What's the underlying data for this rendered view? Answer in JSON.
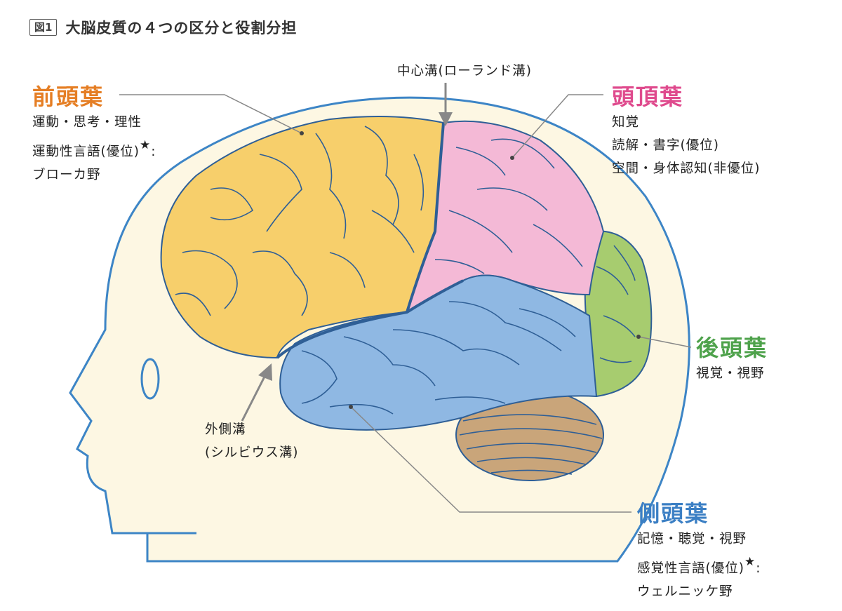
{
  "title": {
    "badge": "図1",
    "text": "大脳皮質の４つの区分と役割分担"
  },
  "lobes": {
    "frontal": {
      "name": "前頭葉",
      "color": "#e57e24",
      "fill": "#f7cf6b",
      "functions": [
        "運動・思考・理性",
        "運動性言語(優位)",
        "ブローカ野"
      ]
    },
    "parietal": {
      "name": "頭頂葉",
      "color": "#df4a8d",
      "fill": "#f4b9d6",
      "functions": [
        "知覚",
        "読解・書字(優位)",
        "空間・身体認知(非優位)"
      ]
    },
    "occipital": {
      "name": "後頭葉",
      "color": "#4ea24b",
      "fill": "#a7cc6f",
      "functions": [
        "視覚・視野"
      ]
    },
    "temporal": {
      "name": "側頭葉",
      "color": "#3b7fc4",
      "fill": "#8fb8e3",
      "functions": [
        "記憶・聴覚・視野",
        "感覚性言語(優位)",
        "ウェルニッケ野"
      ]
    }
  },
  "sulci": {
    "central": "中心溝(ローランド溝)",
    "lateral_line1": "外側溝",
    "lateral_line2": "(シルビウス溝)"
  },
  "marks": {
    "star": "★",
    "colon": ":"
  },
  "colors": {
    "head_fill": "#fdf7e3",
    "head_outline": "#3d85c6",
    "cerebellum": "#c9a57a",
    "sulcus_line": "#2f5f96",
    "pointer": "#888888"
  }
}
